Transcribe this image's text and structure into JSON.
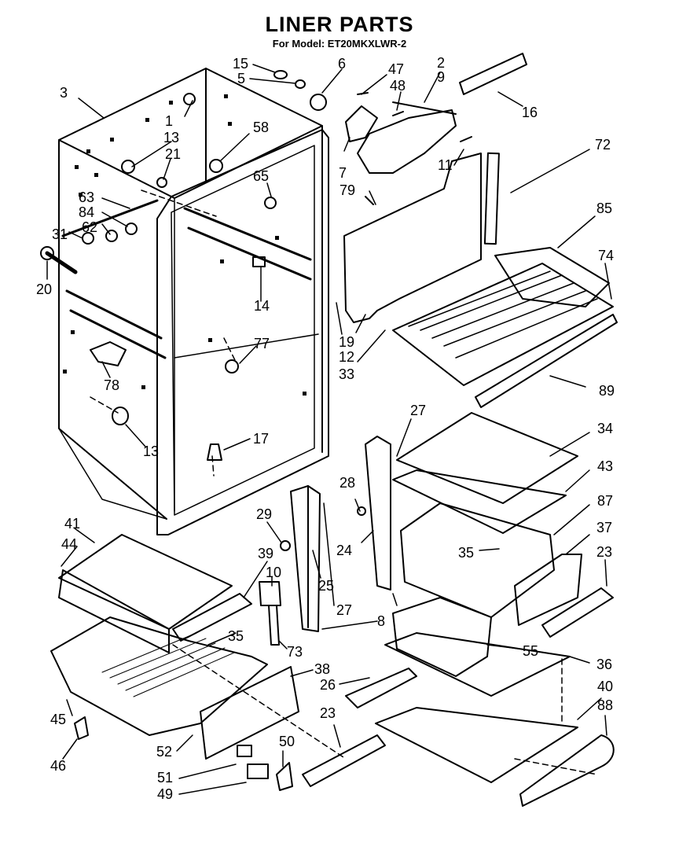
{
  "header": {
    "title": "LINER PARTS",
    "subtitle": "For Model: ET20MKXLWR-2"
  },
  "callouts": [
    {
      "id": "c15",
      "text": "15"
    },
    {
      "id": "c5",
      "text": "5"
    },
    {
      "id": "c6",
      "text": "6"
    },
    {
      "id": "c47",
      "text": "47"
    },
    {
      "id": "c48",
      "text": "48"
    },
    {
      "id": "c2",
      "text": "2"
    },
    {
      "id": "c9",
      "text": "9"
    },
    {
      "id": "c16",
      "text": "16"
    },
    {
      "id": "c3",
      "text": "3"
    },
    {
      "id": "c1",
      "text": "1"
    },
    {
      "id": "c13a",
      "text": "13"
    },
    {
      "id": "c21",
      "text": "21"
    },
    {
      "id": "c58",
      "text": "58"
    },
    {
      "id": "c7",
      "text": "7"
    },
    {
      "id": "c11",
      "text": "11"
    },
    {
      "id": "c72",
      "text": "72"
    },
    {
      "id": "c79",
      "text": "79"
    },
    {
      "id": "c65",
      "text": "65"
    },
    {
      "id": "c63",
      "text": "63"
    },
    {
      "id": "c84",
      "text": "84"
    },
    {
      "id": "c62",
      "text": "62"
    },
    {
      "id": "c31",
      "text": "31"
    },
    {
      "id": "c20",
      "text": "20"
    },
    {
      "id": "c85",
      "text": "85"
    },
    {
      "id": "c74",
      "text": "74"
    },
    {
      "id": "c14",
      "text": "14"
    },
    {
      "id": "c19",
      "text": "19"
    },
    {
      "id": "c12",
      "text": "12"
    },
    {
      "id": "c33",
      "text": "33"
    },
    {
      "id": "c77",
      "text": "77"
    },
    {
      "id": "c78",
      "text": "78"
    },
    {
      "id": "c89",
      "text": "89"
    },
    {
      "id": "c13b",
      "text": "13"
    },
    {
      "id": "c17",
      "text": "17"
    },
    {
      "id": "c27a",
      "text": "27"
    },
    {
      "id": "c34",
      "text": "34"
    },
    {
      "id": "c28",
      "text": "28"
    },
    {
      "id": "c43",
      "text": "43"
    },
    {
      "id": "c41",
      "text": "41"
    },
    {
      "id": "c44",
      "text": "44"
    },
    {
      "id": "c29",
      "text": "29"
    },
    {
      "id": "c87",
      "text": "87"
    },
    {
      "id": "c39",
      "text": "39"
    },
    {
      "id": "c10",
      "text": "10"
    },
    {
      "id": "c24",
      "text": "24"
    },
    {
      "id": "c37",
      "text": "37"
    },
    {
      "id": "c35a",
      "text": "35"
    },
    {
      "id": "c23a",
      "text": "23"
    },
    {
      "id": "c25",
      "text": "25"
    },
    {
      "id": "c27b",
      "text": "27"
    },
    {
      "id": "c35b",
      "text": "35"
    },
    {
      "id": "c8",
      "text": "8"
    },
    {
      "id": "c73",
      "text": "73"
    },
    {
      "id": "c55",
      "text": "55"
    },
    {
      "id": "c36",
      "text": "36"
    },
    {
      "id": "c38",
      "text": "38"
    },
    {
      "id": "c26",
      "text": "26"
    },
    {
      "id": "c40",
      "text": "40"
    },
    {
      "id": "c45",
      "text": "45"
    },
    {
      "id": "c88",
      "text": "88"
    },
    {
      "id": "c23b",
      "text": "23"
    },
    {
      "id": "c52",
      "text": "52"
    },
    {
      "id": "c50",
      "text": "50"
    },
    {
      "id": "c46",
      "text": "46"
    },
    {
      "id": "c51",
      "text": "51"
    },
    {
      "id": "c49",
      "text": "49"
    }
  ]
}
